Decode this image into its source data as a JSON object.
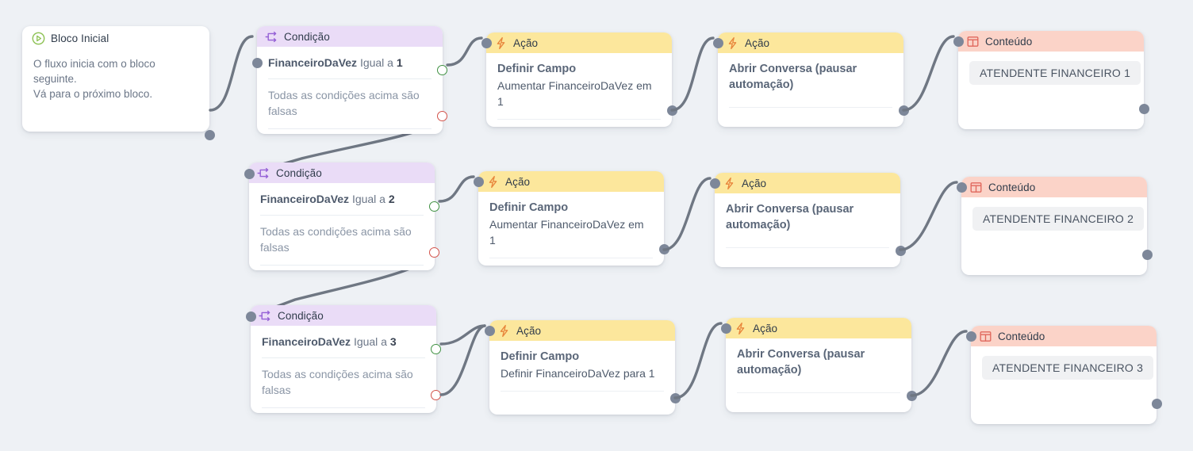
{
  "canvas": {
    "background": "#eef1f5",
    "edge_color": "#6f7783",
    "port_color": "#7d8799",
    "true_port_color": "#3f9142",
    "false_port_color": "#d3524a"
  },
  "nodes": {
    "start": {
      "icon": "play-circle-icon",
      "title": "Bloco Inicial",
      "desc_line1": "O fluxo inicia com o bloco seguinte.",
      "desc_line2": "Vá para o próximo bloco."
    },
    "conditions": [
      {
        "icon": "branch-icon",
        "header": "Condição",
        "field": "FinanceiroDaVez",
        "operator": "Igual a",
        "value": "1",
        "else_label": "Todas as condições acima são falsas"
      },
      {
        "icon": "branch-icon",
        "header": "Condição",
        "field": "FinanceiroDaVez",
        "operator": "Igual a",
        "value": "2",
        "else_label": "Todas as condições acima são falsas"
      },
      {
        "icon": "branch-icon",
        "header": "Condição",
        "field": "FinanceiroDaVez",
        "operator": "Igual a",
        "value": "3",
        "else_label": "Todas as condições acima são falsas"
      }
    ],
    "set_field_actions": [
      {
        "icon": "lightning-icon",
        "header": "Ação",
        "title": "Definir Campo",
        "detail": "Aumentar FinanceiroDaVez em 1"
      },
      {
        "icon": "lightning-icon",
        "header": "Ação",
        "title": "Definir Campo",
        "detail": "Aumentar FinanceiroDaVez em 1"
      },
      {
        "icon": "lightning-icon",
        "header": "Ação",
        "title": "Definir Campo",
        "detail": "Definir FinanceiroDaVez para 1"
      }
    ],
    "open_chat_actions": [
      {
        "icon": "lightning-icon",
        "header": "Ação",
        "title": "Abrir Conversa (pausar automação)"
      },
      {
        "icon": "lightning-icon",
        "header": "Ação",
        "title": "Abrir Conversa (pausar automação)"
      },
      {
        "icon": "lightning-icon",
        "header": "Ação",
        "title": "Abrir Conversa (pausar automação)"
      }
    ],
    "contents": [
      {
        "icon": "layout-panel-icon",
        "header": "Conteúdo",
        "chip": "ATENDENTE FINANCEIRO 1"
      },
      {
        "icon": "layout-panel-icon",
        "header": "Conteúdo",
        "chip": "ATENDENTE FINANCEIRO 2"
      },
      {
        "icon": "layout-panel-icon",
        "header": "Conteúdo",
        "chip": "ATENDENTE FINANCEIRO 3"
      }
    ]
  }
}
